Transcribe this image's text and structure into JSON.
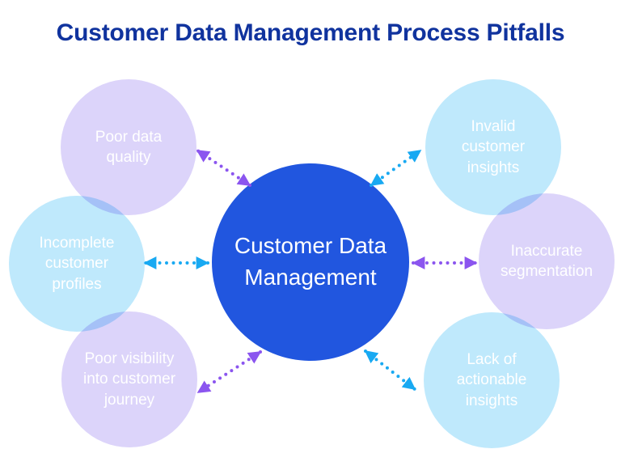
{
  "title": "Customer Data Management Process Pitfalls",
  "center": {
    "label": "Customer Data Management"
  },
  "satellites": [
    {
      "label": "Poor data quality",
      "position": "top-left",
      "circle_color": "#DCD4FA",
      "arrow_color": "#8B55EF"
    },
    {
      "label": "Incomplete customer profiles",
      "position": "middle-left",
      "circle_color": "#BFE9FC",
      "arrow_color": "#18A9F2"
    },
    {
      "label": "Poor visibility into customer journey",
      "position": "bottom-left",
      "circle_color": "#DCD4FA",
      "arrow_color": "#8B55EF"
    },
    {
      "label": "Invalid customer insights",
      "position": "top-right",
      "circle_color": "#BFE9FC",
      "arrow_color": "#18A9F2"
    },
    {
      "label": "Inaccurate segmentation",
      "position": "middle-right",
      "circle_color": "#DCD4FA",
      "arrow_color": "#8B55EF"
    },
    {
      "label": "Lack of actionable insights",
      "position": "bottom-right",
      "circle_color": "#BFE9FC",
      "arrow_color": "#18A9F2"
    }
  ],
  "colors": {
    "background": "#FFFFFF",
    "title": "#10339E",
    "center-circle": "#2156DF",
    "lavender": "#DCD4FA",
    "light-blue": "#BFE9FC",
    "arrow-cyan": "#18A9F2",
    "arrow-purple": "#8B55EF",
    "circle-text": "#FFFFFF"
  }
}
